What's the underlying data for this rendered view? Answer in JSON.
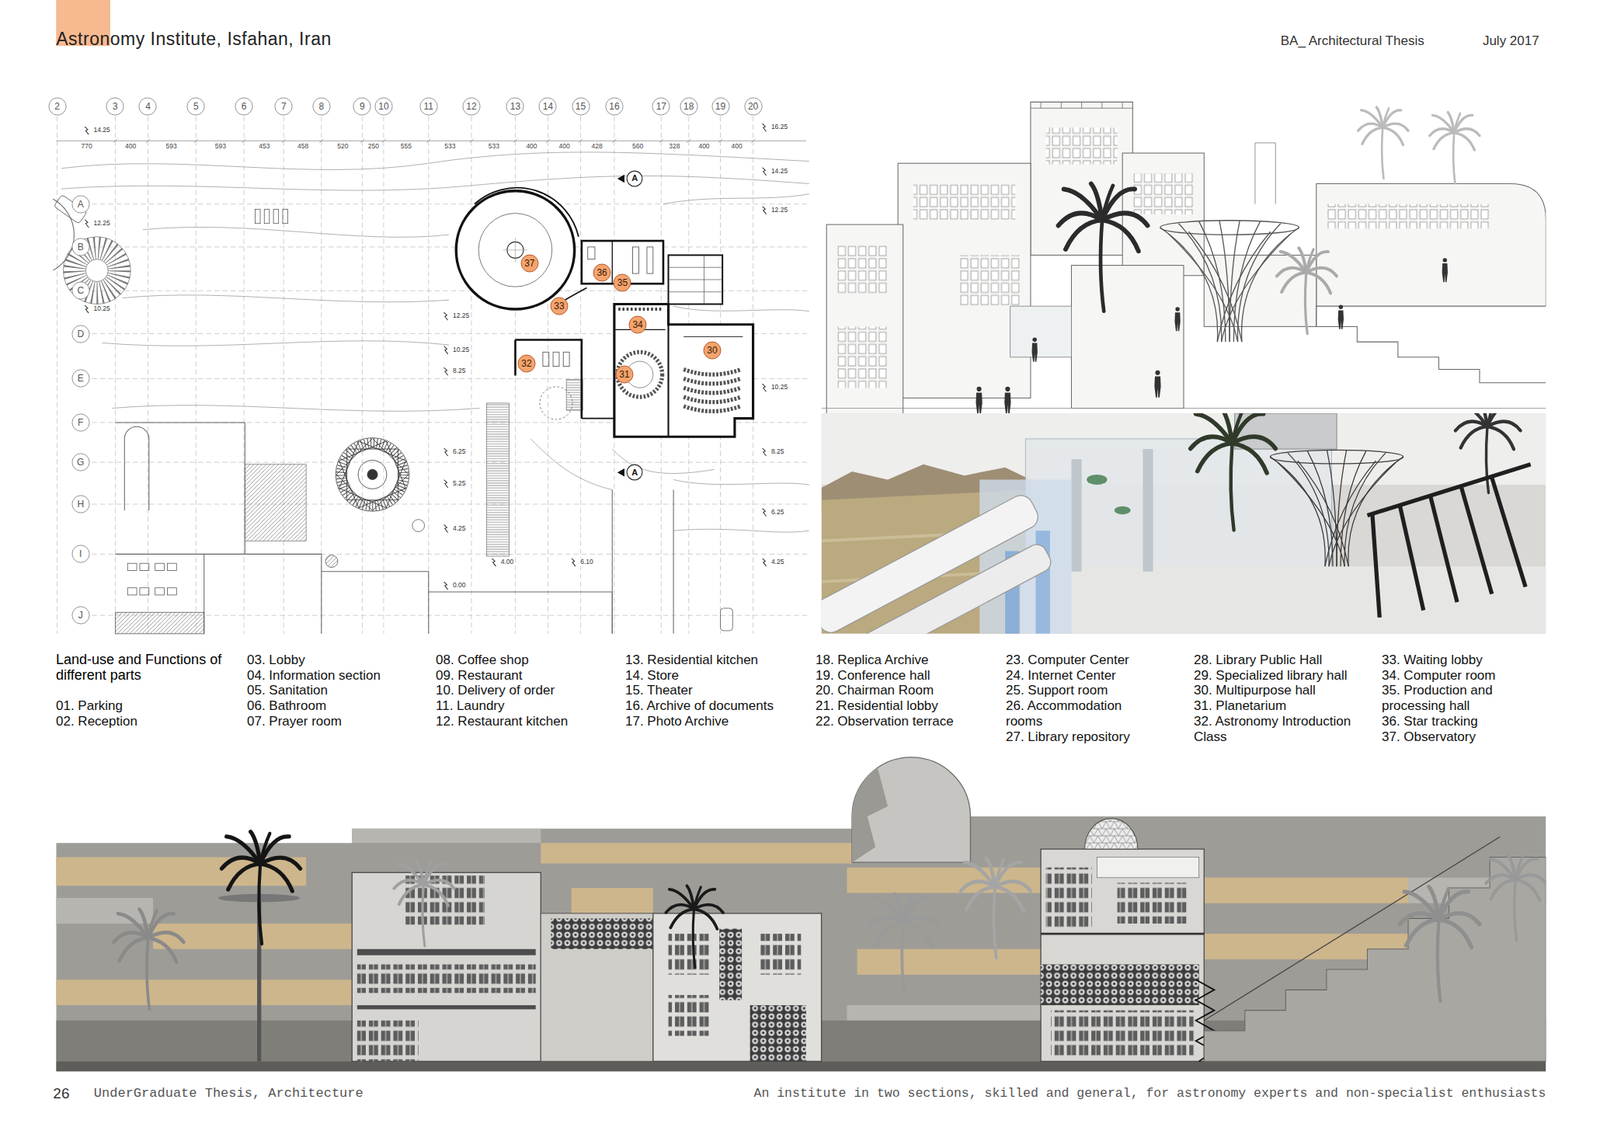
{
  "diagram": {
    "title": "Astronomy Institute, Isfahan, Iran",
    "caption": "An institute in two sections, skilled and general, for astronomy experts and non-specialist enthusiasts",
    "nodes": [
      {
        "text": [
          "2"
        ]
      },
      {
        "text": [
          "3"
        ]
      },
      {
        "text": [
          "4"
        ]
      },
      {
        "text": [
          "5"
        ]
      },
      {
        "text": [
          "6"
        ]
      },
      {
        "text": [
          "7"
        ]
      },
      {
        "text": [
          "8"
        ]
      },
      {
        "text": [
          "9"
        ]
      },
      {
        "text": [
          "10"
        ]
      },
      {
        "text": [
          "11"
        ]
      },
      {
        "text": [
          "12"
        ]
      },
      {
        "text": [
          "13"
        ]
      },
      {
        "text": [
          "14"
        ]
      },
      {
        "text": [
          "15"
        ]
      },
      {
        "text": [
          "16"
        ]
      },
      {
        "text": [
          "17"
        ]
      },
      {
        "text": [
          "18"
        ]
      },
      {
        "text": [
          "19"
        ]
      },
      {
        "text": [
          "20"
        ]
      },
      {
        "text": [
          "A"
        ]
      },
      {
        "text": [
          "B"
        ]
      },
      {
        "text": [
          "C"
        ]
      },
      {
        "text": [
          "D"
        ]
      },
      {
        "text": [
          "E"
        ]
      },
      {
        "text": [
          "F"
        ]
      },
      {
        "text": [
          "G"
        ]
      },
      {
        "text": [
          "H"
        ]
      },
      {
        "text": [
          "I"
        ]
      },
      {
        "text": [
          "J"
        ]
      },
      {
        "text": [
          "37"
        ]
      },
      {
        "text": [
          "36"
        ]
      },
      {
        "text": [
          "35"
        ]
      },
      {
        "text": [
          "33"
        ]
      },
      {
        "text": [
          "34"
        ]
      },
      {
        "text": [
          "30"
        ]
      },
      {
        "text": [
          "32"
        ]
      },
      {
        "text": [
          "31"
        ]
      },
      {
        "text": [
          "A"
        ]
      },
      {
        "text": [
          "A"
        ]
      }
    ],
    "labels": [
      "BA_ Architectural Thesis",
      "July 2017",
      "770",
      "400",
      "593",
      "593",
      "453",
      "458",
      "520",
      "250",
      "555",
      "533",
      "533",
      "400",
      "400",
      "428",
      "560",
      "328",
      "400",
      "400",
      "14.25",
      "12.25",
      "10.25",
      "12.25",
      "10.25",
      "8.25",
      "6.25",
      "5.25",
      "4.25",
      "0.00",
      "4.00",
      "6.10",
      "16.25",
      "14.25",
      "12.25",
      "10.25",
      "8.25",
      "6.25",
      "4.25",
      "Land-use and Functions of different parts",
      "01. Parking",
      "02. Reception",
      "03. Lobby",
      "04. Information section",
      "05. Sanitation",
      "06. Bathroom",
      "07. Prayer room",
      "08. Coffee shop",
      "09. Restaurant",
      "10. Delivery of order",
      "11. Laundry",
      "12. Restaurant kitchen",
      "13. Residential kitchen",
      "14. Store",
      "15. Theater",
      "16. Archive of documents",
      "17. Photo Archive",
      "18. Replica Archive",
      "19. Conference hall",
      "20. Chairman Room",
      "21. Residential lobby",
      "22. Observation terrace",
      "23. Computer Center",
      "24. Internet Center",
      "25. Support room",
      "26. Accommodation rooms",
      "27. Library repository",
      "28. Library Public Hall",
      "29. Specialized library hall",
      "30. Multipurpose hall",
      "31. Planetarium",
      "32. Astronomy Introduction Class",
      "33. Waiting lobby",
      "34. Computer room",
      "35. Production and processing hall",
      "36. Star tracking",
      "37. Observatory",
      "26",
      "UnderGraduate Thesis, Architecture"
    ]
  }
}
